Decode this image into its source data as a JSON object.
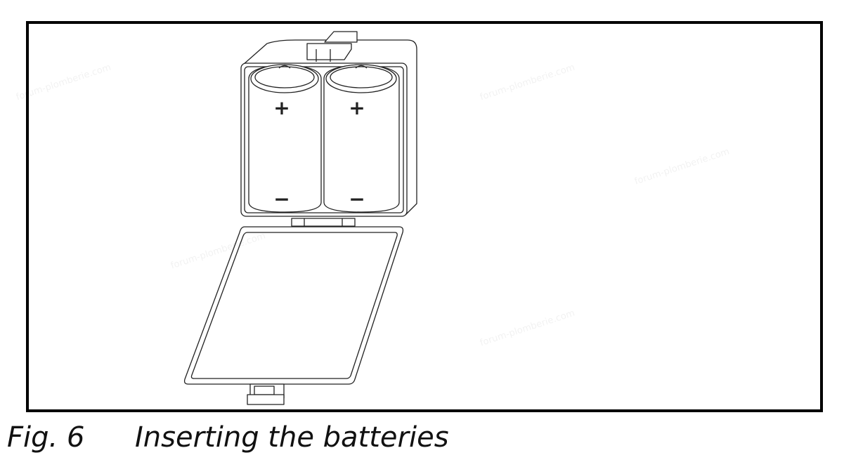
{
  "figure": {
    "number": "Fig. 6",
    "caption": "Inserting the batteries",
    "battery_labels": {
      "positive": "+",
      "negative": "−"
    }
  },
  "watermark": "forum-plomberie.com"
}
